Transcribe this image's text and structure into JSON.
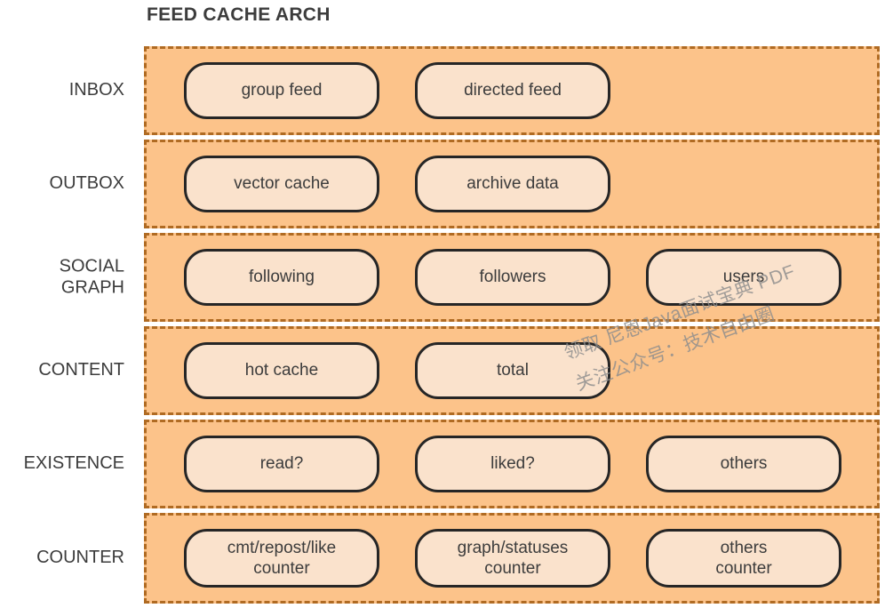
{
  "title": "FEED CACHE ARCH",
  "colors": {
    "row_background": "#fcc38a",
    "row_border": "#b06b23",
    "node_background": "#fae2cc",
    "node_border": "#262626",
    "text": "#3c3c3c",
    "page_background": "#ffffff",
    "watermark": "#8d8d8d"
  },
  "rows": [
    {
      "label": "INBOX",
      "nodes": [
        {
          "label": "group feed"
        },
        {
          "label": "directed feed"
        }
      ]
    },
    {
      "label": "OUTBOX",
      "nodes": [
        {
          "label": "vector cache"
        },
        {
          "label": "archive data"
        }
      ]
    },
    {
      "label": "SOCIAL\nGRAPH",
      "nodes": [
        {
          "label": "following"
        },
        {
          "label": "followers"
        },
        {
          "label": "users"
        }
      ]
    },
    {
      "label": "CONTENT",
      "nodes": [
        {
          "label": "hot cache"
        },
        {
          "label": "total"
        }
      ]
    },
    {
      "label": "EXISTENCE",
      "nodes": [
        {
          "label": "read?"
        },
        {
          "label": "liked?"
        },
        {
          "label": "others"
        }
      ]
    },
    {
      "label": "COUNTER",
      "nodes": [
        {
          "label": "cmt/repost/like\ncounter"
        },
        {
          "label": "graph/statuses\ncounter"
        },
        {
          "label": "others\ncounter"
        }
      ]
    }
  ],
  "watermark": {
    "line1": "领取 尼恩Java面试宝典 PDF",
    "line2": "关注公众号：技术自由圈"
  }
}
